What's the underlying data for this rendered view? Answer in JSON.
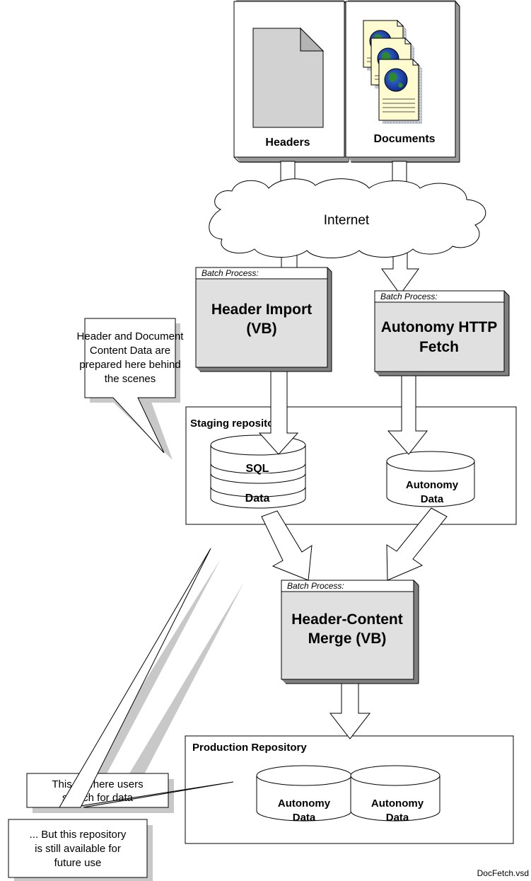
{
  "sources": {
    "headers_label": "Headers",
    "documents_label": "Documents"
  },
  "network": {
    "label": "Internet"
  },
  "processes": {
    "batch_label": "Batch Process:",
    "header_import": [
      "Header Import",
      "(VB)"
    ],
    "autonomy_fetch": [
      "Autonomy HTTP",
      "Fetch"
    ],
    "merge": [
      "Header-Content",
      "Merge (VB)"
    ]
  },
  "staging": {
    "title": "Staging repository",
    "sql_top": "SQL",
    "sql_bottom": "Data",
    "autonomy": [
      "Autonomy",
      "Data"
    ]
  },
  "production": {
    "title": "Production Repository",
    "db1": [
      "Autonomy",
      "Data"
    ],
    "db2": [
      "Autonomy",
      "Data"
    ]
  },
  "callouts": {
    "staging_note": [
      "Header and Document",
      "Content Data are",
      "prepared here behind",
      "the scenes"
    ],
    "users_note": [
      "This is where users",
      "search for data"
    ],
    "future_note": [
      "... But this repository",
      "is still available for",
      "future use"
    ]
  },
  "footer": {
    "filename": "DocFetch.vsd"
  }
}
